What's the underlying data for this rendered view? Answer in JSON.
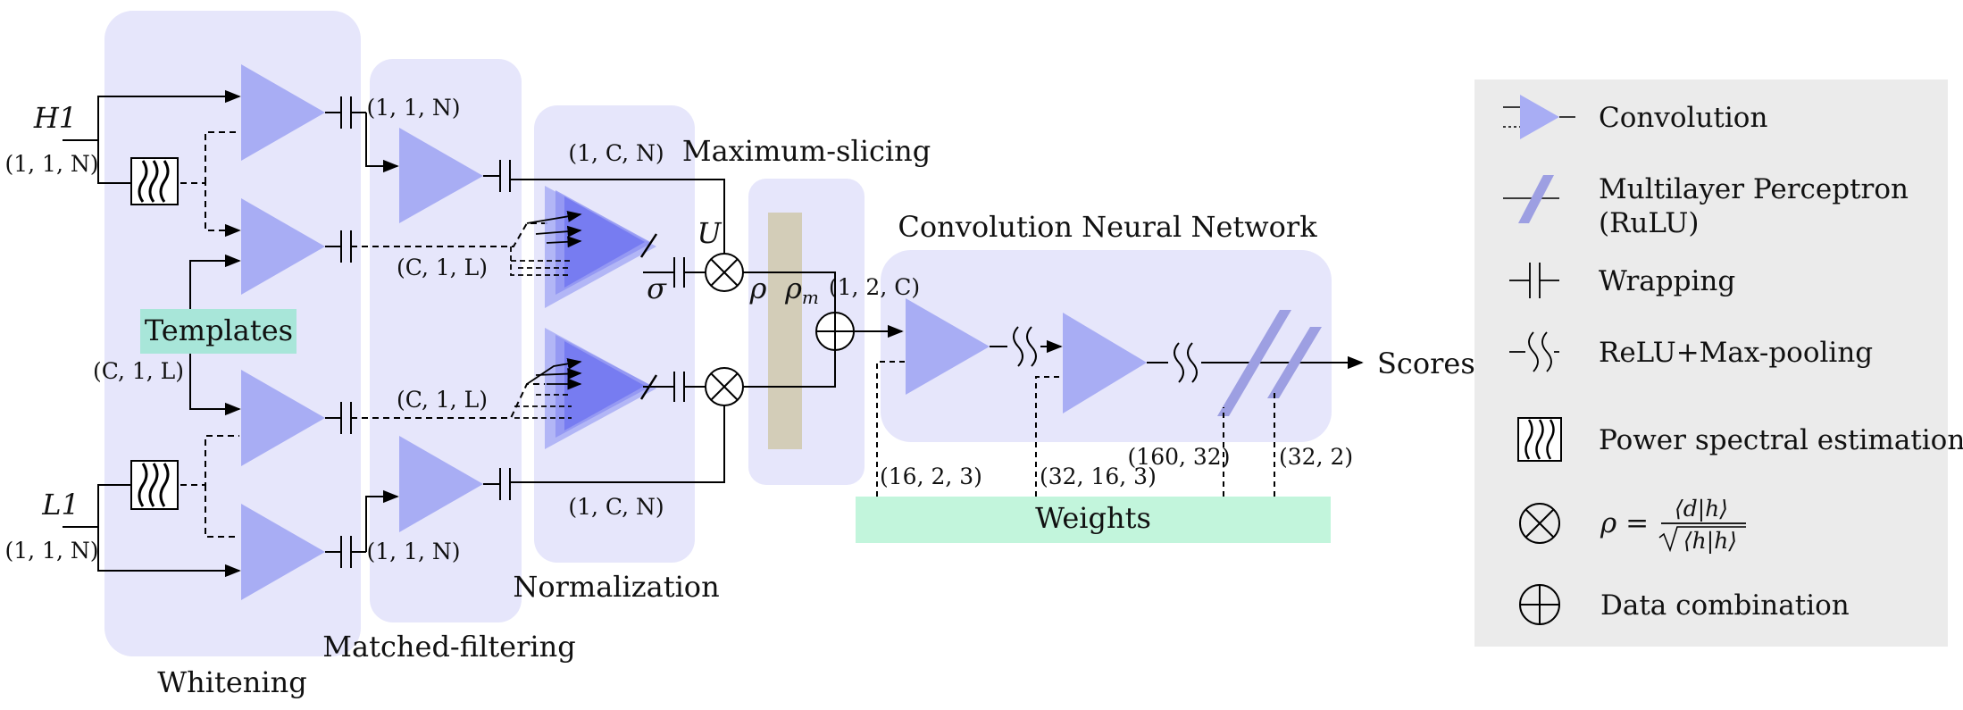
{
  "colors": {
    "panel": "#e6e6fb",
    "triangle": "#a8adf4",
    "triangle_dark": "#6f74f0",
    "templates_box": "#a8e6d9",
    "weights_box": "#c2f5dc",
    "slicing_bar": "#d3cdb8",
    "legend_bg": "#ebebeb",
    "line": "#000000"
  },
  "inputs": {
    "h1": {
      "name": "H1",
      "shape": "(1, 1, N)"
    },
    "l1": {
      "name": "L1",
      "shape": "(1, 1, N)"
    }
  },
  "stages": {
    "whitening": "Whitening",
    "matched_filtering": "Matched-filtering",
    "normalization": "Normalization",
    "maximum_slicing": "Maximum-slicing",
    "cnn": "Convolution Neural Network"
  },
  "boxes": {
    "templates": "Templates",
    "weights": "Weights"
  },
  "shapes": {
    "templates_shape": "(C, 1, L)",
    "mf_top_out": "(1, 1, N)",
    "mf_bottom_out": "(1, 1, N)",
    "mf_top_templates": "(C, 1, L)",
    "mf_bottom_templates": "(C, 1, L)",
    "norm_top": "(1, C, N)",
    "norm_bottom": "(1, C, N)",
    "combine_out": "(1, 2, C)",
    "w1": "(16, 2, 3)",
    "w2": "(32, 16, 3)",
    "w3": "(160, 32)",
    "w4": "(32, 2)"
  },
  "symbols": {
    "sigma": "σ",
    "u": "U",
    "rho": "ρ",
    "rho_m": "ρ",
    "rho_m_sub": "m"
  },
  "output": "Scores",
  "legend": [
    {
      "icon": "convolution-icon",
      "label": "Convolution"
    },
    {
      "icon": "mlp-icon",
      "label": "Multilayer Perceptron",
      "label2": "(RuLU)"
    },
    {
      "icon": "wrapping-icon",
      "label": "Wrapping"
    },
    {
      "icon": "relu-maxpool-icon",
      "label": "ReLU+Max-pooling"
    },
    {
      "icon": "power-spectral-icon",
      "label": "Power spectral estimation"
    },
    {
      "icon": "otimes-icon",
      "label_prefix": "ρ =",
      "numerator": "⟨d|h⟩",
      "denominator": "⟨h|h⟩"
    },
    {
      "icon": "oplus-icon",
      "label": "Data combination"
    }
  ]
}
